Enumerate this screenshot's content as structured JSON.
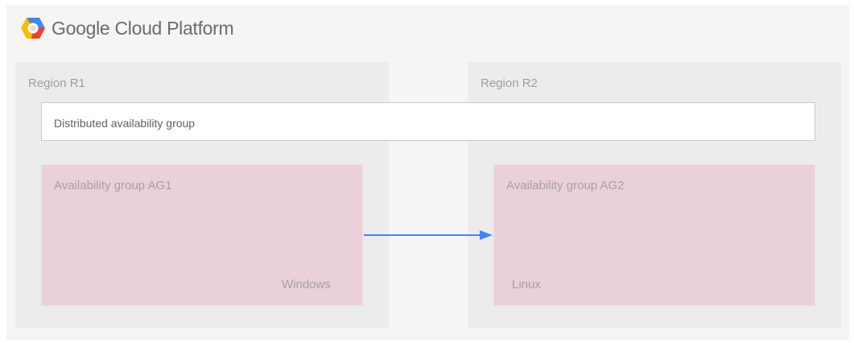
{
  "header": {
    "brand": "Google Cloud Platform",
    "logo_colors": [
      "#4285f4",
      "#ea4335",
      "#fbbc05"
    ]
  },
  "regions": [
    {
      "label": "Region R1"
    },
    {
      "label": "Region R2"
    }
  ],
  "distributed_group": {
    "label": "Distributed availability group"
  },
  "groups": [
    {
      "label": "Availability group AG1",
      "os": "Windows"
    },
    {
      "label": "Availability group AG2",
      "os": "Linux"
    }
  ],
  "arrow": {
    "from": "AG1",
    "to": "AG2",
    "color": "#4285f4"
  }
}
